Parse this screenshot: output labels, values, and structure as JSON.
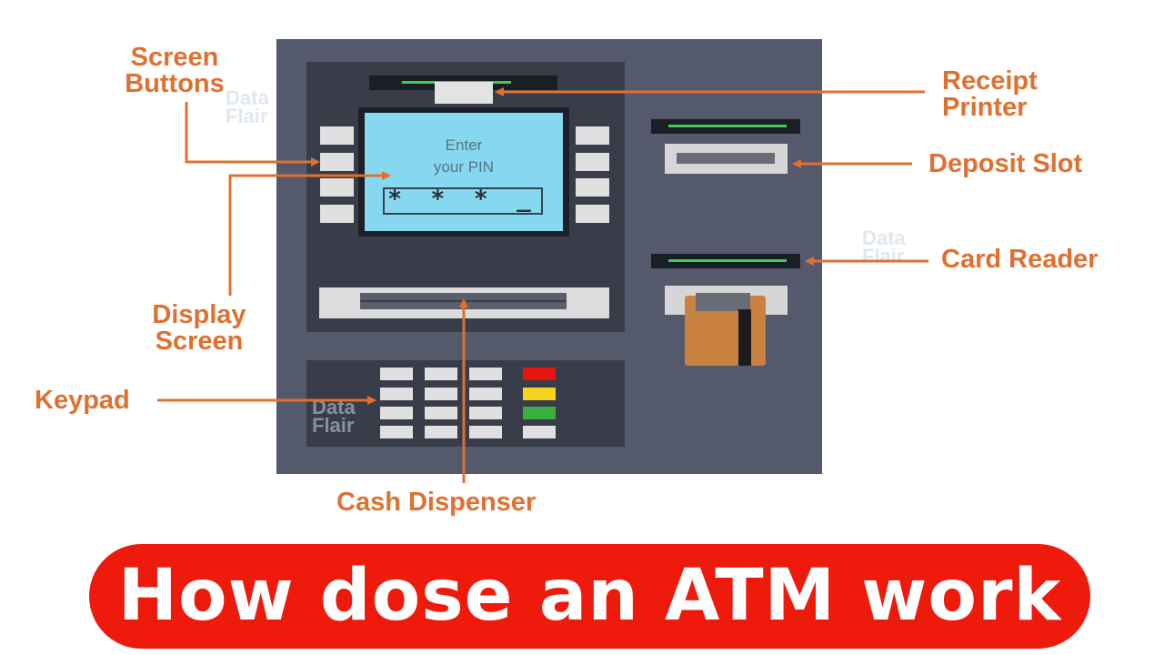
{
  "labels": {
    "screen_buttons": [
      "Screen",
      "Buttons"
    ],
    "receipt_printer": [
      "Receipt",
      "Printer"
    ],
    "deposit_slot": "Deposit Slot",
    "card_reader": "Card Reader",
    "display_screen": [
      "Display",
      "Screen"
    ],
    "keypad": "Keypad",
    "cash_dispenser": "Cash Dispenser"
  },
  "screen": {
    "line1": "Enter",
    "line2": "your PIN",
    "pin": "* * * _"
  },
  "watermark": {
    "line1": "Data",
    "line2": "Flair"
  },
  "banner": {
    "text": "How dose an ATM work"
  },
  "colors": {
    "label": "#e07030",
    "banner_bg": "#ee1b0c",
    "atm_body": "#545a6b",
    "screen": "#86d8f1",
    "key_red": "#e8140f",
    "key_yellow": "#f4d51c",
    "key_green": "#3aae3e"
  }
}
